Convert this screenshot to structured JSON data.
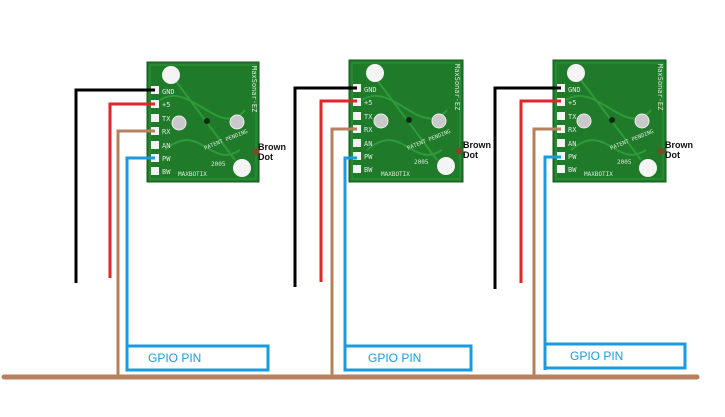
{
  "colors": {
    "gnd_wire": "#000000",
    "power_wire": "#e0262b",
    "shared_wire": "#b8805c",
    "gpio_wire": "#1a9be0",
    "board": "#1f7a2a",
    "board_dark": "#125a1c",
    "pad": "#f4f4f4",
    "background": "#ffffff"
  },
  "sensors": [
    {
      "board_silkscreen": "MaxSonar-EZ",
      "patent_text": "PATENT PENDING",
      "year_text": "2005",
      "maker_text": "MAXBOTIX",
      "pins": [
        "GND",
        "+5",
        "TX",
        "RX",
        "AN",
        "PW",
        "BW"
      ],
      "brown_dot_line1": "Brown",
      "brown_dot_line2": "Dot",
      "gpio_label": "GPIO PIN"
    },
    {
      "board_silkscreen": "MaxSonar-EZ",
      "patent_text": "PATENT PENDING",
      "year_text": "2005",
      "maker_text": "MAXBOTIX",
      "pins": [
        "GND",
        "+5",
        "TX",
        "RX",
        "AN",
        "PW",
        "BW"
      ],
      "brown_dot_line1": "Brown",
      "brown_dot_line2": "Dot",
      "gpio_label": "GPIO PIN"
    },
    {
      "board_silkscreen": "MaxSonar-EZ",
      "patent_text": "PATENT PENDING",
      "year_text": "2005",
      "maker_text": "MAXBOTIX",
      "pins": [
        "GND",
        "+5",
        "TX",
        "RX",
        "AN",
        "PW",
        "BW"
      ],
      "brown_dot_line1": "Brown",
      "brown_dot_line2": "Dot",
      "gpio_label": "GPIO PIN"
    }
  ]
}
